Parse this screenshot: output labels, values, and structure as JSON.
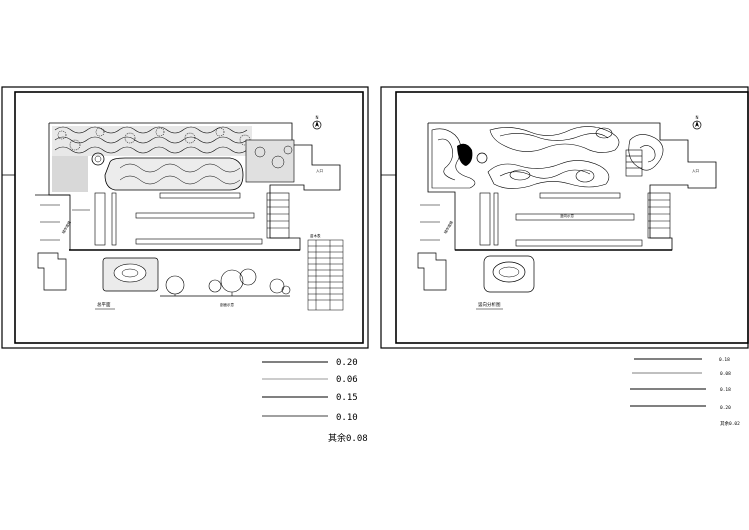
{
  "sheets": [
    {
      "id": "left",
      "title": "总平面",
      "north_mark": "N",
      "road_label": "城市道路",
      "entrance_label": "入口",
      "legend_title": "苗木表",
      "side_note": "剖面示意"
    },
    {
      "id": "right",
      "title": "竖向分析图",
      "north_mark": "N",
      "road_label": "城市道路",
      "entrance_label": "入口",
      "side_note": "竖向示意"
    }
  ],
  "lineweights_left": {
    "items": [
      "0.20",
      "0.06",
      "0.15",
      "0.10"
    ],
    "remainder": "其余0.08"
  },
  "lineweights_right": {
    "items": [
      "0.18",
      "0.08",
      "0.18",
      "0.20"
    ],
    "remainder": "其余0.02"
  }
}
